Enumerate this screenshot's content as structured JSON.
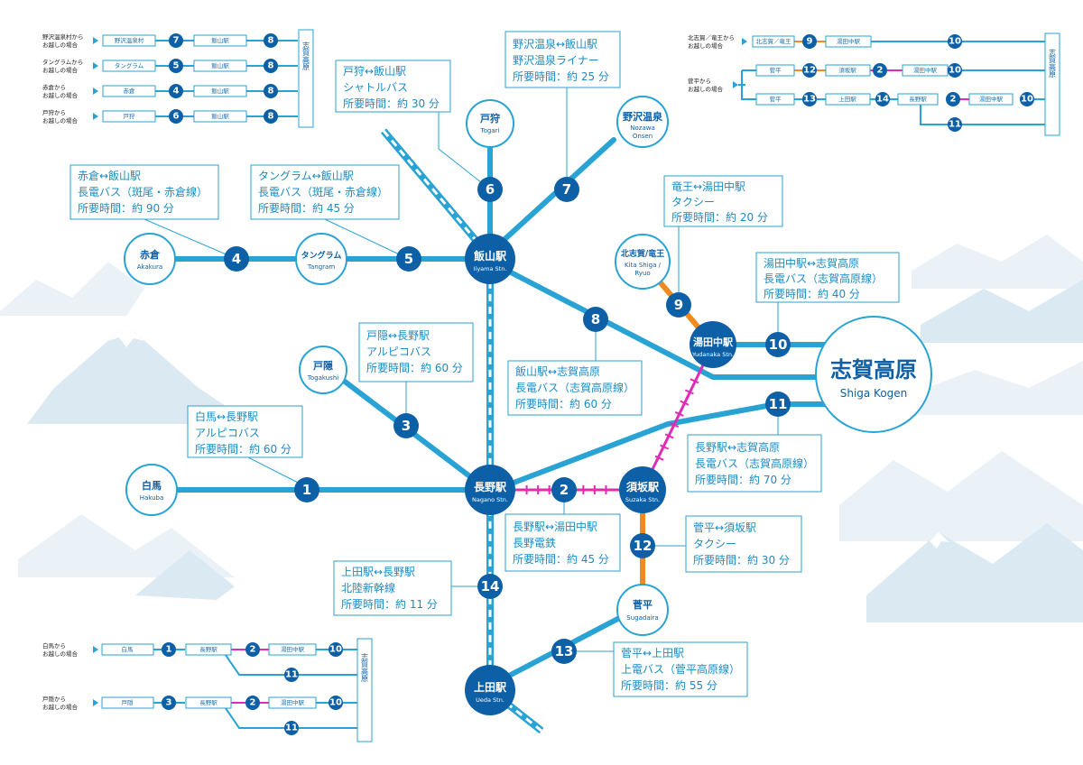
{
  "colors": {
    "route": "#29a3d3",
    "hub": "#0d5fa6",
    "taxi_orange": "#ee8a1f",
    "railway_pink": "#e22bb5",
    "mountain": "#dbe9f2"
  },
  "hubs": {
    "iiyama": {
      "name": "飯山駅",
      "roman": "Iiyama Stn."
    },
    "nagano": {
      "name": "長野駅",
      "roman": "Nagano Stn."
    },
    "ueda": {
      "name": "上田駅",
      "roman": "Ueda Stn."
    },
    "suzaka": {
      "name": "須坂駅",
      "roman": "Suzaka Stn."
    },
    "yudanaka": {
      "name": "湯田中駅",
      "roman": "Yudanaka Stn."
    }
  },
  "places": {
    "togari": {
      "name": "戸狩",
      "roman": "Togari"
    },
    "nozawa": {
      "name": "野沢温泉",
      "roman1": "Nozawa",
      "roman2": "Onsen"
    },
    "akakura": {
      "name": "赤倉",
      "roman": "Akakura"
    },
    "tangram": {
      "name": "タングラム",
      "roman": "Tangram"
    },
    "kitashiga": {
      "name": "北志賀/竜王",
      "roman1": "Kita Shiga /",
      "roman2": "Ryuo"
    },
    "togakushi": {
      "name": "戸隠",
      "roman": "Togakushi"
    },
    "hakuba": {
      "name": "白馬",
      "roman": "Hakuba"
    },
    "sugadaira": {
      "name": "菅平",
      "roman": "Sugadaira"
    },
    "shiga": {
      "name": "志賀高原",
      "roman": "Shiga Kogen"
    }
  },
  "routes": {
    "r1": {
      "num": "1",
      "lines": [
        "白馬↔長野駅",
        "アルピコバス",
        "所要時間：約 60 分"
      ]
    },
    "r2": {
      "num": "2",
      "lines": [
        "長野駅↔湯田中駅",
        "長野電鉄",
        "所要時間：約 45 分"
      ]
    },
    "r3": {
      "num": "3",
      "lines": [
        "戸隠↔長野駅",
        "アルピコバス",
        "所要時間：約 60 分"
      ]
    },
    "r4": {
      "num": "4",
      "lines": [
        "赤倉↔飯山駅",
        "長電バス（斑尾・赤倉線）",
        "所要時間：約 90 分"
      ]
    },
    "r5": {
      "num": "5",
      "lines": [
        "タングラム↔飯山駅",
        "長電バス（斑尾・赤倉線）",
        "所要時間：約 45 分"
      ]
    },
    "r6": {
      "num": "6",
      "lines": [
        "戸狩↔飯山駅",
        "シャトルバス",
        "所要時間：約 30 分"
      ]
    },
    "r7": {
      "num": "7",
      "lines": [
        "野沢温泉↔飯山駅",
        "野沢温泉ライナー",
        "所要時間：約 25 分"
      ]
    },
    "r8": {
      "num": "8",
      "lines": [
        "飯山駅↔志賀高原",
        "長電バス（志賀高原線）",
        "所要時間：約 60 分"
      ]
    },
    "r9": {
      "num": "9",
      "lines": [
        "竜王↔湯田中駅",
        "タクシー",
        "所要時間：約 20 分"
      ]
    },
    "r10": {
      "num": "10",
      "lines": [
        "湯田中駅↔志賀高原",
        "長電バス（志賀高原線）",
        "所要時間：約 40 分"
      ]
    },
    "r11": {
      "num": "11",
      "lines": [
        "長野駅↔志賀高原",
        "長電バス（志賀高原線）",
        "所要時間：約 70 分"
      ]
    },
    "r12": {
      "num": "12",
      "lines": [
        "菅平↔須坂駅",
        "タクシー",
        "所要時間：約 30 分"
      ]
    },
    "r13": {
      "num": "13",
      "lines": [
        "菅平↔上田駅",
        "上電バス（菅平高原線）",
        "所要時間：約 55 分"
      ]
    },
    "r14": {
      "num": "14",
      "lines": [
        "上田駅↔長野駅",
        "北陸新幹線",
        "所要時間：約 11 分"
      ]
    }
  },
  "legend_tl": {
    "dest": "志賀高原",
    "rows": [
      {
        "from": [
          "野沢温泉村から",
          "お越しの場合"
        ],
        "start": "野沢温泉村",
        "r1": "7",
        "mid": "飯山駅",
        "r2": "8"
      },
      {
        "from": [
          "タングラムから",
          "お越しの場合"
        ],
        "start": "タングラム",
        "r1": "5",
        "mid": "飯山駅",
        "r2": "8"
      },
      {
        "from": [
          "赤倉から",
          "お越しの場合"
        ],
        "start": "赤倉",
        "r1": "4",
        "mid": "飯山駅",
        "r2": "8"
      },
      {
        "from": [
          "戸狩から",
          "お越しの場合"
        ],
        "start": "戸狩",
        "r1": "6",
        "mid": "飯山駅",
        "r2": "8"
      }
    ]
  },
  "legend_tr": {
    "dest": "志賀高原",
    "row1": {
      "from": [
        "北志賀／竜王から",
        "お越しの場合"
      ],
      "start": "北志賀／竜王",
      "r1": "9",
      "mid": "湯田中駅",
      "r2": "10"
    },
    "row2": {
      "from": [
        "菅平から",
        "お越しの場合"
      ],
      "a": {
        "start": "菅平",
        "r1": "12",
        "mid1": "須坂駅",
        "r2": "2",
        "mid2": "湯田中駅",
        "r3": "10"
      },
      "b": {
        "start": "菅平",
        "r1": "13",
        "mid1": "上田駅",
        "r2": "14",
        "mid2": "長野駅",
        "r3": "2",
        "mid3": "湯田中駅",
        "r4": "10",
        "r5": "11"
      }
    }
  },
  "legend_bl": {
    "dest": "志賀高原",
    "rows": [
      {
        "from": [
          "白馬から",
          "お越しの場合"
        ],
        "start": "白馬",
        "r1": "1",
        "mid1": "長野駅",
        "r2": "2",
        "mid2": "湯田中駅",
        "r3": "10",
        "alt": "11"
      },
      {
        "from": [
          "戸隠から",
          "お越しの場合"
        ],
        "start": "戸隠",
        "r1": "3",
        "mid1": "長野駅",
        "r2": "2",
        "mid2": "湯田中駅",
        "r3": "10",
        "alt": "11"
      }
    ]
  }
}
